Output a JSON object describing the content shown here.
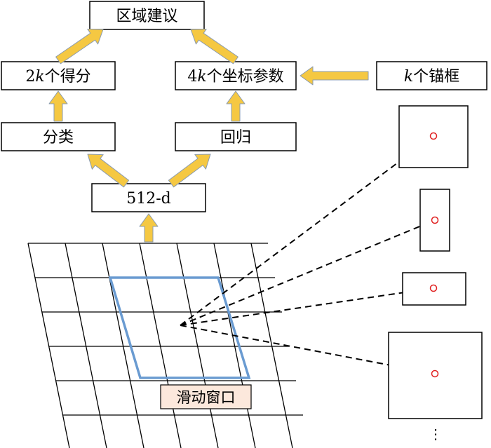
{
  "boxes": {
    "region_proposal": "区域建议",
    "scores": {
      "prefix": "2",
      "k": "k",
      "suffix": "个得分"
    },
    "coords": {
      "prefix": "4",
      "k": "k",
      "suffix": "个坐标参数"
    },
    "anchors": {
      "k": "k",
      "suffix": "个锚框"
    },
    "classification": "分类",
    "regression": "回归",
    "feature": "512-d",
    "sliding_window": "滑动窗口"
  },
  "ellipsis": "⋮",
  "colors": {
    "arrow_fill": "#f5c842",
    "arrow_stroke": "#8a9bb0",
    "window": "#6a9bd1",
    "window_label_bg": "#fce8dc",
    "anchor_center": "#e02020",
    "line": "#000000"
  }
}
